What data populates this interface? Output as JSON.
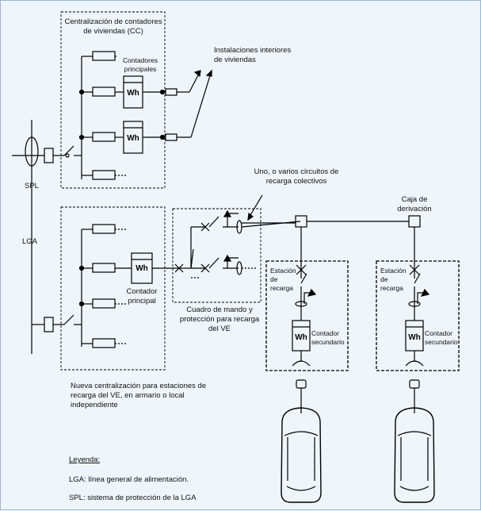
{
  "meter_label": "Wh",
  "labels": {
    "cc_title": "Centralización de contadores de viviendas (CC)",
    "main_meters": "Contadores principales",
    "interior_installations": "Instalaciones interiores de viviendas",
    "spl": "SPL",
    "lga": "LGA",
    "principal_meter": "Contador principal",
    "control_panel": "Cuadro de mando y protección para recarga del VE",
    "collective_circuits": "Uno, o varios circuitos de recarga colectivos",
    "junction_box": "Caja de derivación",
    "station": "Estación de recarga",
    "secondary_meter": "Contador secundario",
    "new_centralization": "Nueva centralización para estaciones de recarga del VE, en armario o local independiente"
  },
  "legend": {
    "title": "Leyenda:",
    "lga": "LGA: línea general de alimentación.",
    "spl": "SPL: sistema de protección de la LGA"
  }
}
